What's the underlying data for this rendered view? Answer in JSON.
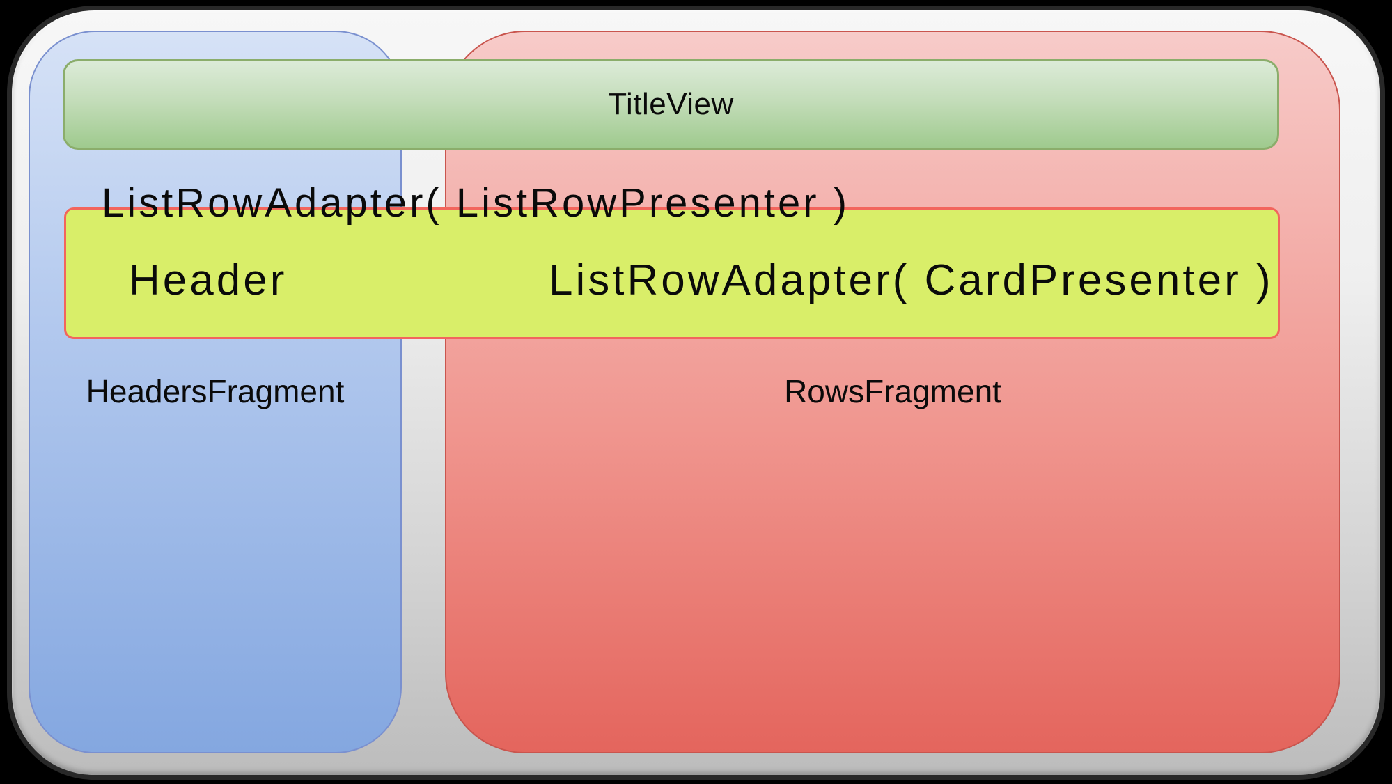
{
  "diagram": {
    "title_view": {
      "label": "TitleView"
    },
    "headers_fragment": {
      "label": "HeadersFragment"
    },
    "rows_fragment": {
      "label": "RowsFragment"
    },
    "list_row_adapter_caption": "ListRowAdapter( ListRowPresenter )",
    "row_bar": {
      "header_label": "Header",
      "card_adapter_label": "ListRowAdapter( CardPresenter )"
    },
    "colors": {
      "page_background": "#000000",
      "canvas_fill_top": "#f7f7f7",
      "canvas_fill_bottom": "#bcbcbc",
      "canvas_border": "#282828",
      "headers_fragment_fill_top": "#d6e2f6",
      "headers_fragment_fill_bottom": "#84a7e0",
      "headers_fragment_border": "#7a90cf",
      "rows_fragment_fill_top": "#f7cbc9",
      "rows_fragment_fill_bottom": "#e4655d",
      "rows_fragment_border": "#c9554e",
      "title_view_fill_top": "#dcebd8",
      "title_view_fill_bottom": "#9fca8e",
      "title_view_border": "#8bad6b",
      "row_bar_fill": "#d9ee69",
      "row_bar_border": "#f2655d",
      "text": "#0a0a0a"
    }
  }
}
